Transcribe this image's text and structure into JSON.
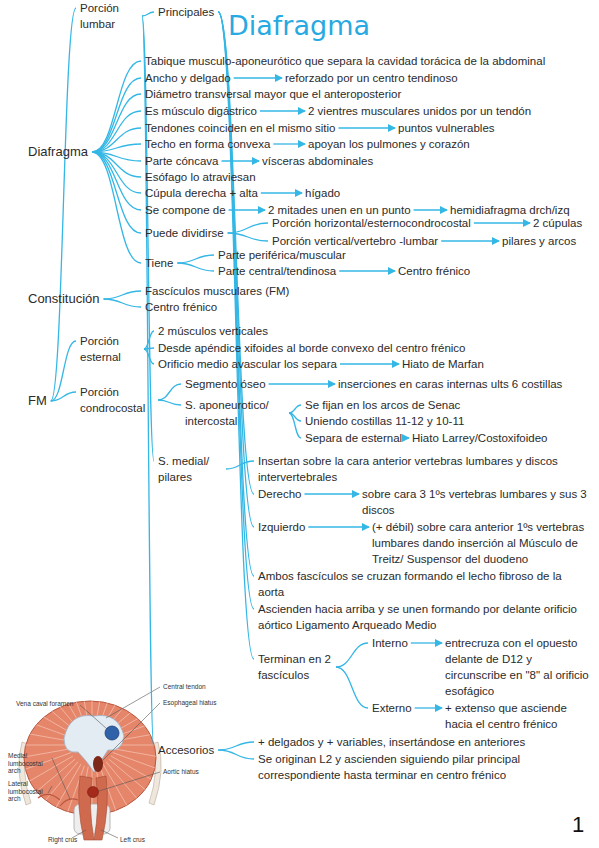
{
  "diagram": {
    "title": "Diafragma",
    "nodes": [
      {
        "text": [
          "Diafragma"
        ]
      },
      {
        "text": [
          "Tabique musculo-aponeurótico que separa la cavidad torácica de la abdominal"
        ]
      },
      {
        "text": [
          "Ancho y delgado"
        ]
      },
      {
        "text": [
          "reforzado por un centro tendinoso"
        ]
      },
      {
        "text": [
          "Diámetro transversal mayor que el anteroposterior"
        ]
      },
      {
        "text": [
          "Es músculo digástrico"
        ]
      },
      {
        "text": [
          "2 vientres musculares unidos por un tendón"
        ]
      },
      {
        "text": [
          "Tendones coinciden en el mismo sitio"
        ]
      },
      {
        "text": [
          "puntos vulnerables"
        ]
      },
      {
        "text": [
          "Techo en forma convexa"
        ]
      },
      {
        "text": [
          "apoyan los pulmones y corazón"
        ]
      },
      {
        "text": [
          "Parte cóncava"
        ]
      },
      {
        "text": [
          "vísceras abdominales"
        ]
      },
      {
        "text": [
          "Esófago lo atraviesan"
        ]
      },
      {
        "text": [
          "Cúpula derecha + alta"
        ]
      },
      {
        "text": [
          "hígado"
        ]
      },
      {
        "text": [
          "Se compone de"
        ]
      },
      {
        "text": [
          "2 mitades unen en un punto"
        ]
      },
      {
        "text": [
          "hemidiafragma drch/izq"
        ]
      },
      {
        "text": [
          "Puede dividirse"
        ]
      },
      {
        "text": [
          "Porción horizontal/esternocondrocostal"
        ]
      },
      {
        "text": [
          "2 cúpulas"
        ]
      },
      {
        "text": [
          "Porción vertical/vertebro -lumbar"
        ]
      },
      {
        "text": [
          "pilares y arcos"
        ]
      },
      {
        "text": [
          "Tiene"
        ]
      },
      {
        "text": [
          "Parte periférica/muscular"
        ]
      },
      {
        "text": [
          "Parte central/tendinosa"
        ]
      },
      {
        "text": [
          "Centro frénico"
        ]
      },
      {
        "text": [
          "Constitución"
        ]
      },
      {
        "text": [
          "Fascículos musculares (FM)"
        ]
      },
      {
        "text": [
          "Centro frénico"
        ]
      },
      {
        "text": [
          "FM"
        ]
      },
      {
        "text": [
          "Porción esternal"
        ]
      },
      {
        "text": [
          "2 músculos verticales"
        ]
      },
      {
        "text": [
          "Desde apéndice xifoides al borde convexo del centro frénico"
        ]
      },
      {
        "text": [
          "Orificio medio avascular los separa"
        ]
      },
      {
        "text": [
          "Hiato de Marfan"
        ]
      },
      {
        "text": [
          "Porción condrocostal"
        ]
      },
      {
        "text": [
          "Segmento óseo"
        ]
      },
      {
        "text": [
          "inserciones en caras internas ults 6 costillas"
        ]
      },
      {
        "text": [
          "S. aponeurotico/ intercostal"
        ]
      },
      {
        "text": [
          "Se fijan en los arcos de Senac"
        ]
      },
      {
        "text": [
          "Uniendo costillas 11-12 y 10-11"
        ]
      },
      {
        "text": [
          "Separa de esternal"
        ]
      },
      {
        "text": [
          "Hiato Larrey/Costoxifoideo"
        ]
      },
      {
        "text": [
          "Porción lumbar"
        ]
      },
      {
        "text": [
          "S. medial/ pilares"
        ]
      },
      {
        "text": [
          "Insertan sobre la cara anterior vertebras lumbares y discos intervertebrales"
        ]
      },
      {
        "text": [
          "Principales"
        ]
      },
      {
        "text": [
          "Derecho"
        ]
      },
      {
        "text": [
          "sobre cara 3 1ºs vertebras lumbares y sus 3 discos"
        ]
      },
      {
        "text": [
          "Izquierdo"
        ]
      },
      {
        "text": [
          "(+ débil) sobre cara anterior 1ºs vertebras lumbares dando inserción al Músculo de Treitz/ Suspensor del duodeno"
        ]
      },
      {
        "text": [
          "Ambos fascículos se cruzan formando el lecho fibroso de la aorta"
        ]
      },
      {
        "text": [
          "Ascienden hacia arriba y se unen formando por delante orificio aórtico Ligamento Arqueado Medio"
        ]
      },
      {
        "text": [
          "Terminan en 2 fascículos"
        ]
      },
      {
        "text": [
          "Interno"
        ]
      },
      {
        "text": [
          "entrecruza con el opuesto delante de D12 y circunscribe en \"8\" al orificio esofágico"
        ]
      },
      {
        "text": [
          "Externo"
        ]
      },
      {
        "text": [
          "+ extenso que asciende hacia el centro frénico"
        ]
      },
      {
        "text": [
          "Accesorios"
        ]
      },
      {
        "text": [
          "+ delgados y + variables, insertándose en anteriores"
        ]
      },
      {
        "text": [
          "Se originan L2 y ascienden siguiendo pilar principal correspondiente hasta terminar en centro frénico"
        ]
      }
    ],
    "edges": [
      {
        "from": 0,
        "to": 1,
        "arrow": "none"
      },
      {
        "from": 0,
        "to": 2,
        "arrow": "none"
      },
      {
        "from": 0,
        "to": 4,
        "arrow": "none"
      },
      {
        "from": 0,
        "to": 5,
        "arrow": "none"
      },
      {
        "from": 0,
        "to": 7,
        "arrow": "none"
      },
      {
        "from": 0,
        "to": 9,
        "arrow": "none"
      },
      {
        "from": 0,
        "to": 11,
        "arrow": "none"
      },
      {
        "from": 0,
        "to": 13,
        "arrow": "none"
      },
      {
        "from": 0,
        "to": 14,
        "arrow": "none"
      },
      {
        "from": 0,
        "to": 16,
        "arrow": "none"
      },
      {
        "from": 0,
        "to": 19,
        "arrow": "none"
      },
      {
        "from": 0,
        "to": 24,
        "arrow": "none"
      },
      {
        "from": 2,
        "to": 3,
        "arrow": "to"
      },
      {
        "from": 5,
        "to": 6,
        "arrow": "to"
      },
      {
        "from": 7,
        "to": 8,
        "arrow": "to"
      },
      {
        "from": 9,
        "to": 10,
        "arrow": "to"
      },
      {
        "from": 11,
        "to": 12,
        "arrow": "to"
      },
      {
        "from": 14,
        "to": 15,
        "arrow": "to"
      },
      {
        "from": 16,
        "to": 17,
        "arrow": "to"
      },
      {
        "from": 17,
        "to": 18,
        "arrow": "to"
      },
      {
        "from": 19,
        "to": 20,
        "arrow": "none"
      },
      {
        "from": 19,
        "to": 22,
        "arrow": "none"
      },
      {
        "from": 20,
        "to": 21,
        "arrow": "to"
      },
      {
        "from": 22,
        "to": 23,
        "arrow": "to"
      },
      {
        "from": 24,
        "to": 25,
        "arrow": "none"
      },
      {
        "from": 24,
        "to": 26,
        "arrow": "none"
      },
      {
        "from": 26,
        "to": 27,
        "arrow": "to"
      },
      {
        "from": 28,
        "to": 29,
        "arrow": "none"
      },
      {
        "from": 28,
        "to": 30,
        "arrow": "none"
      },
      {
        "from": 31,
        "to": 32,
        "arrow": "none"
      },
      {
        "from": 31,
        "to": 37,
        "arrow": "none"
      },
      {
        "from": 31,
        "to": 45,
        "arrow": "none"
      },
      {
        "from": 32,
        "to": 33,
        "arrow": "none"
      },
      {
        "from": 32,
        "to": 34,
        "arrow": "none"
      },
      {
        "from": 32,
        "to": 35,
        "arrow": "none"
      },
      {
        "from": 35,
        "to": 36,
        "arrow": "to"
      },
      {
        "from": 37,
        "to": 38,
        "arrow": "none"
      },
      {
        "from": 37,
        "to": 40,
        "arrow": "none"
      },
      {
        "from": 38,
        "to": 39,
        "arrow": "to"
      },
      {
        "from": 40,
        "to": 41,
        "arrow": "none"
      },
      {
        "from": 40,
        "to": 42,
        "arrow": "none"
      },
      {
        "from": 40,
        "to": 43,
        "arrow": "none"
      },
      {
        "from": 43,
        "to": 44,
        "arrow": "to"
      },
      {
        "from": 45,
        "to": 46,
        "arrow": "none"
      },
      {
        "from": 45,
        "to": 48,
        "arrow": "none"
      },
      {
        "from": 45,
        "to": 60,
        "arrow": "none"
      },
      {
        "from": 46,
        "to": 47,
        "arrow": "none"
      },
      {
        "from": 48,
        "to": 49,
        "arrow": "none"
      },
      {
        "from": 48,
        "to": 51,
        "arrow": "none"
      },
      {
        "from": 48,
        "to": 53,
        "arrow": "none"
      },
      {
        "from": 48,
        "to": 54,
        "arrow": "none"
      },
      {
        "from": 48,
        "to": 55,
        "arrow": "none"
      },
      {
        "from": 49,
        "to": 50,
        "arrow": "to"
      },
      {
        "from": 51,
        "to": 52,
        "arrow": "to"
      },
      {
        "from": 55,
        "to": 56,
        "arrow": "none"
      },
      {
        "from": 55,
        "to": 58,
        "arrow": "none"
      },
      {
        "from": 56,
        "to": 57,
        "arrow": "to"
      },
      {
        "from": 58,
        "to": 59,
        "arrow": "to"
      },
      {
        "from": 60,
        "to": 61,
        "arrow": "none"
      },
      {
        "from": 60,
        "to": 62,
        "arrow": "none"
      }
    ],
    "labels": [
      "Vena caval foramen",
      "Central tendon",
      "Esophageal hiatus",
      "Medial lumbocostal arch",
      "Lateral lumbocostal arch",
      "Aortic hiatus",
      "Right crus",
      "Left crus",
      "1"
    ]
  }
}
